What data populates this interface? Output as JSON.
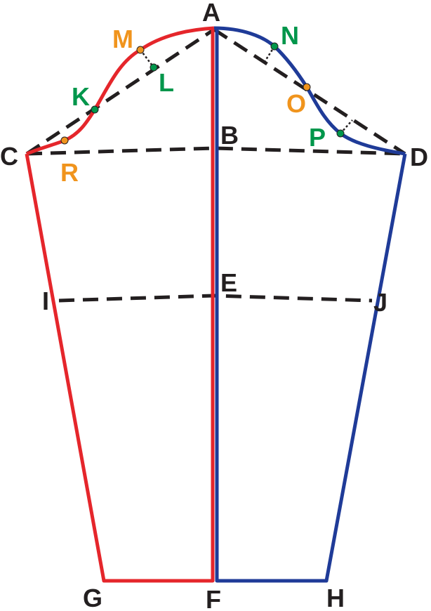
{
  "colors": {
    "front": "#e5262b",
    "back": "#1f3b98",
    "construction": "#231f20",
    "marker_orange": "#f0941d",
    "marker_green": "#00964b"
  },
  "labels": {
    "A": "A",
    "B": "B",
    "C": "C",
    "D": "D",
    "E": "E",
    "F": "F",
    "G": "G",
    "H": "H",
    "I": "I",
    "J": "J",
    "K": "K",
    "L": "L",
    "M": "M",
    "N": "N",
    "O": "O",
    "P": "P",
    "R": "R"
  }
}
